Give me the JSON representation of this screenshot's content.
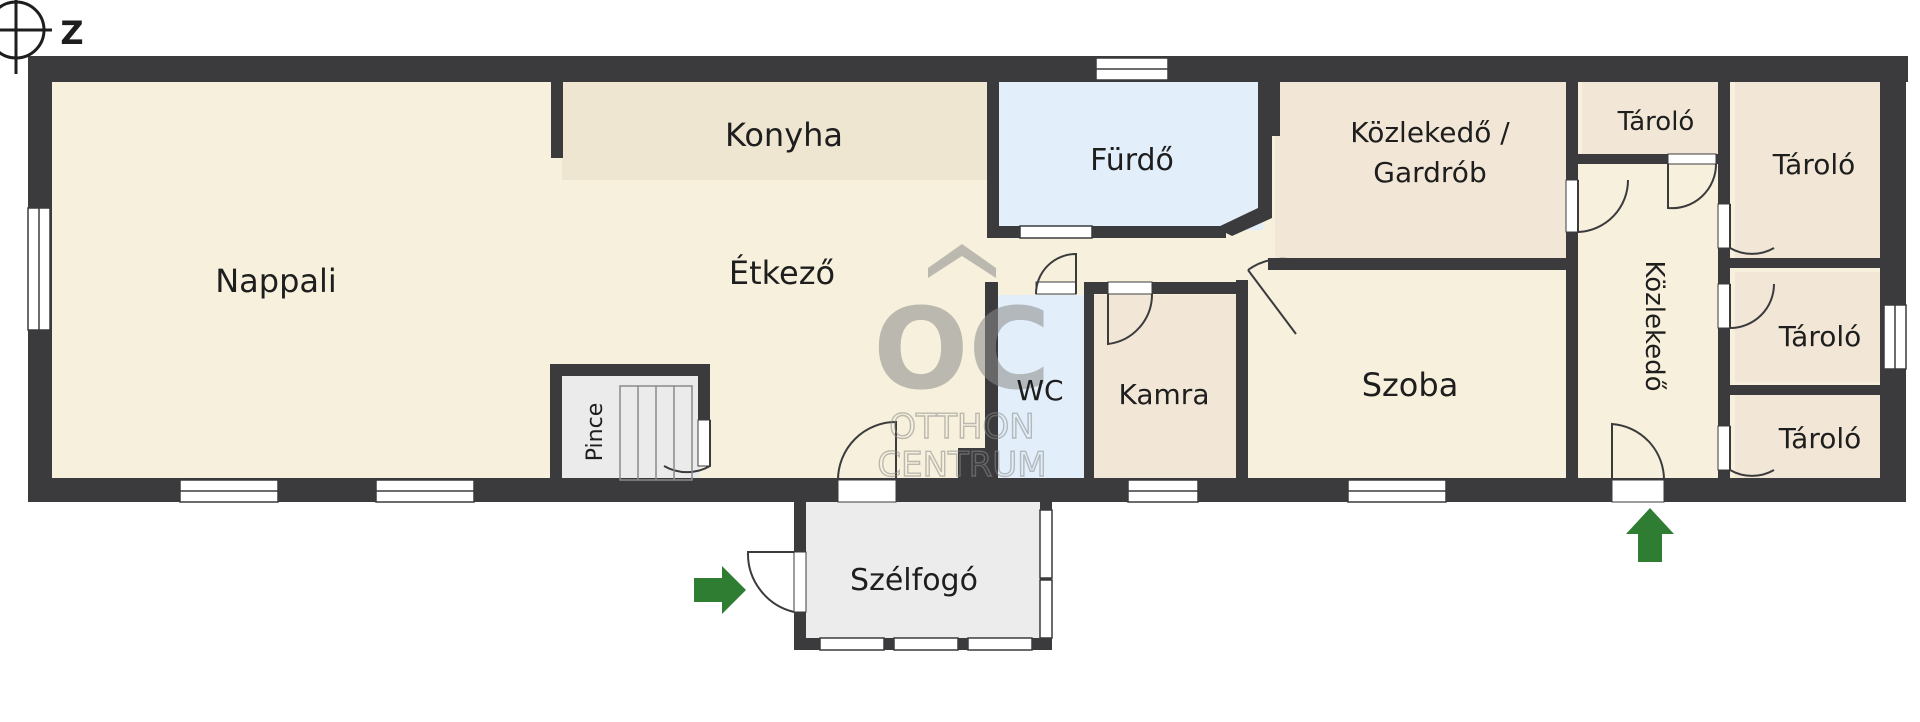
{
  "compass": {
    "north_label": "Z"
  },
  "rooms": {
    "nappali": "Nappali",
    "konyha": "Konyha",
    "etkezo": "Étkező",
    "furdo": "Fürdő",
    "kozlekedo_gardrob_line1": "Közlekedő /",
    "kozlekedo_gardrob_line2": "Gardrób",
    "tarolo": "Tároló",
    "wc": "WC",
    "kamra": "Kamra",
    "szoba": "Szoba",
    "pince": "Pince",
    "kozlekedo": "Közlekedő",
    "szelfogo": "Szélfogó"
  },
  "watermark": {
    "logo": "OC",
    "line1": "OTTHON",
    "line2": "CENTRUM"
  },
  "colors": {
    "wall": "#3b3b3d",
    "living_floor": "#f6f0dc",
    "kitchen_floor": "#efe6d2",
    "bathroom_floor": "#e2eef9",
    "storage_floor": "#f2e7d6",
    "vestibule_floor": "#ececec",
    "entrance_arrow": "#2e7d32",
    "watermark": "#8c8c8c"
  }
}
